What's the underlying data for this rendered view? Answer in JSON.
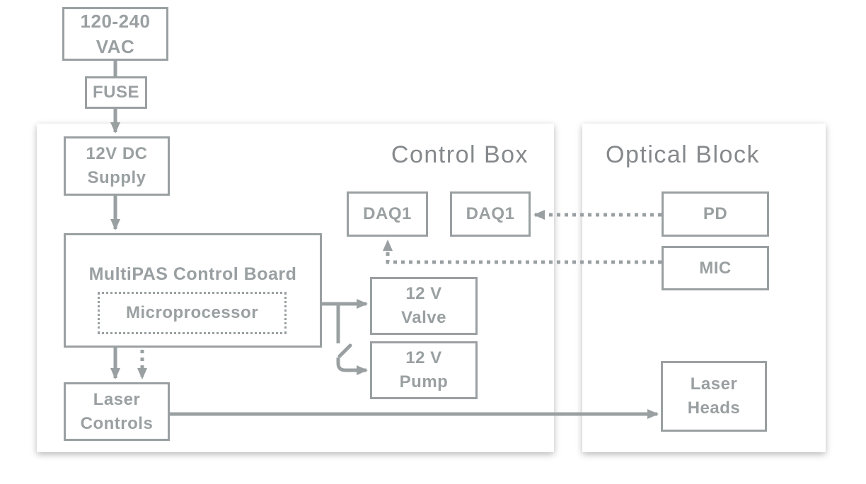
{
  "panels": {
    "control_box": {
      "title": "Control Box"
    },
    "optical_block": {
      "title": "Optical Block"
    }
  },
  "nodes": {
    "vac": {
      "label": "120-240\nVAC"
    },
    "fuse": {
      "label": "FUSE"
    },
    "dc_supply": {
      "label": "12V DC\nSupply"
    },
    "control_board": {
      "label": "MultiPAS Control Board"
    },
    "microprocessor": {
      "label": "Microprocessor"
    },
    "daq1_left": {
      "label": "DAQ1"
    },
    "daq1_right": {
      "label": "DAQ1"
    },
    "valve": {
      "label": "12 V\nValve"
    },
    "pump": {
      "label": "12 V\nPump"
    },
    "laser_controls": {
      "label": "Laser\nControls"
    },
    "pd": {
      "label": "PD"
    },
    "mic": {
      "label": "MIC"
    },
    "laser_heads": {
      "label": "Laser\nHeads"
    }
  },
  "colors": {
    "line": "#9aa0a2",
    "title": "#85898c",
    "bg": "#ffffff",
    "panel": "#ffffff"
  }
}
